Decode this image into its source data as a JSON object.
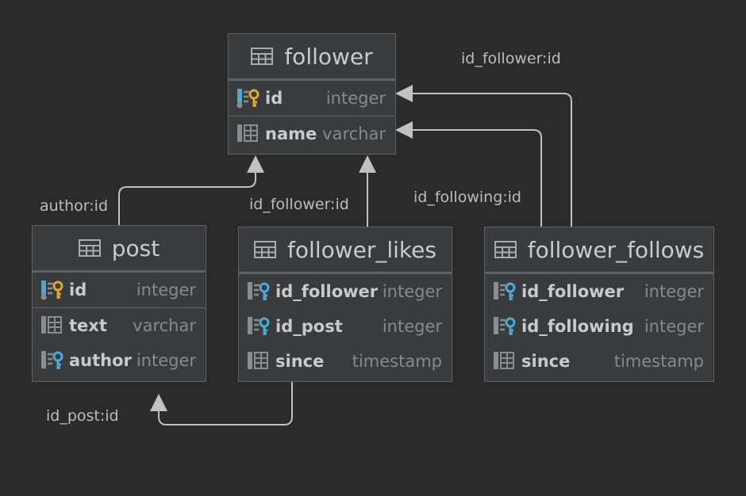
{
  "tables": {
    "follower": {
      "name": "follower",
      "columns": [
        {
          "name": "id",
          "type": "integer",
          "icon": "primary-key-icon"
        },
        {
          "name": "name",
          "type": "varchar",
          "icon": "column-icon"
        }
      ]
    },
    "post": {
      "name": "post",
      "columns": [
        {
          "name": "id",
          "type": "integer",
          "icon": "primary-key-icon"
        },
        {
          "name": "text",
          "type": "varchar",
          "icon": "column-icon"
        },
        {
          "name": "author",
          "type": "integer",
          "icon": "foreign-key-icon"
        }
      ]
    },
    "follower_likes": {
      "name": "follower_likes",
      "columns": [
        {
          "name": "id_follower",
          "type": "integer",
          "icon": "foreign-key-icon"
        },
        {
          "name": "id_post",
          "type": "integer",
          "icon": "foreign-key-icon"
        },
        {
          "name": "since",
          "type": "timestamp",
          "icon": "column-icon"
        }
      ]
    },
    "follower_follows": {
      "name": "follower_follows",
      "columns": [
        {
          "name": "id_follower",
          "type": "integer",
          "icon": "foreign-key-icon"
        },
        {
          "name": "id_following",
          "type": "integer",
          "icon": "foreign-key-icon"
        },
        {
          "name": "since",
          "type": "timestamp",
          "icon": "column-icon"
        }
      ]
    }
  },
  "relations": {
    "post_author": "author:id",
    "likes_follower": "id_follower:id",
    "likes_post": "id_post:id",
    "follows_follower": "id_follower:id",
    "follows_following": "id_following:id"
  },
  "colors": {
    "background": "#2b2b2b",
    "table_fill": "#393b3d",
    "border": "#5e6163",
    "edge": "#bfc1c3",
    "key_gold": "#e0a533",
    "key_blue": "#4fa8d6"
  }
}
